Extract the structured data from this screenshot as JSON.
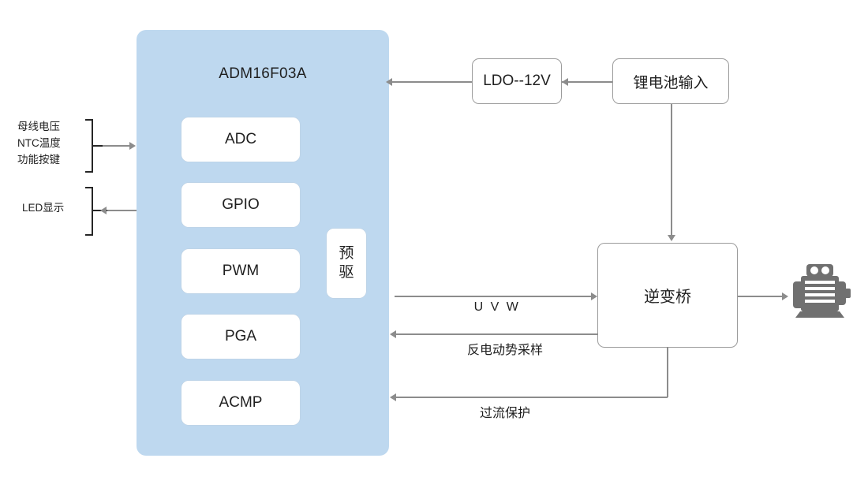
{
  "diagram": {
    "title": "BLDC motor control block diagram",
    "colors": {
      "mcu_fill": "#bed8ef",
      "block_fill": "#ffffff",
      "line": "#8c8c8c",
      "bracket": "#262626",
      "motor": "#707070",
      "text": "#1f1f1f"
    }
  },
  "mcu": {
    "title": "ADM16F03A",
    "blocks": [
      {
        "label": "ADC"
      },
      {
        "label": "GPIO"
      },
      {
        "label": "PWM"
      },
      {
        "label": "PGA"
      },
      {
        "label": "ACMP"
      }
    ],
    "predriver": {
      "line1": "预",
      "line2": "驱"
    }
  },
  "inputs": {
    "sensor_group": {
      "lines": [
        "母线电压",
        "NTC温度",
        "功能按键"
      ],
      "direction": "into-mcu"
    },
    "display_group": {
      "lines": [
        "LED显示"
      ],
      "direction": "out-of-mcu"
    }
  },
  "power": {
    "ldo": {
      "label": "LDO--12V"
    },
    "battery": {
      "label": "锂电池输入"
    }
  },
  "power_stage": {
    "inverter": {
      "label": "逆变桥"
    },
    "motor": {
      "icon": "motor-icon"
    }
  },
  "edges": {
    "uvw": "U V W",
    "back_emf": "反电动势采样",
    "over_current": "过流保护"
  }
}
